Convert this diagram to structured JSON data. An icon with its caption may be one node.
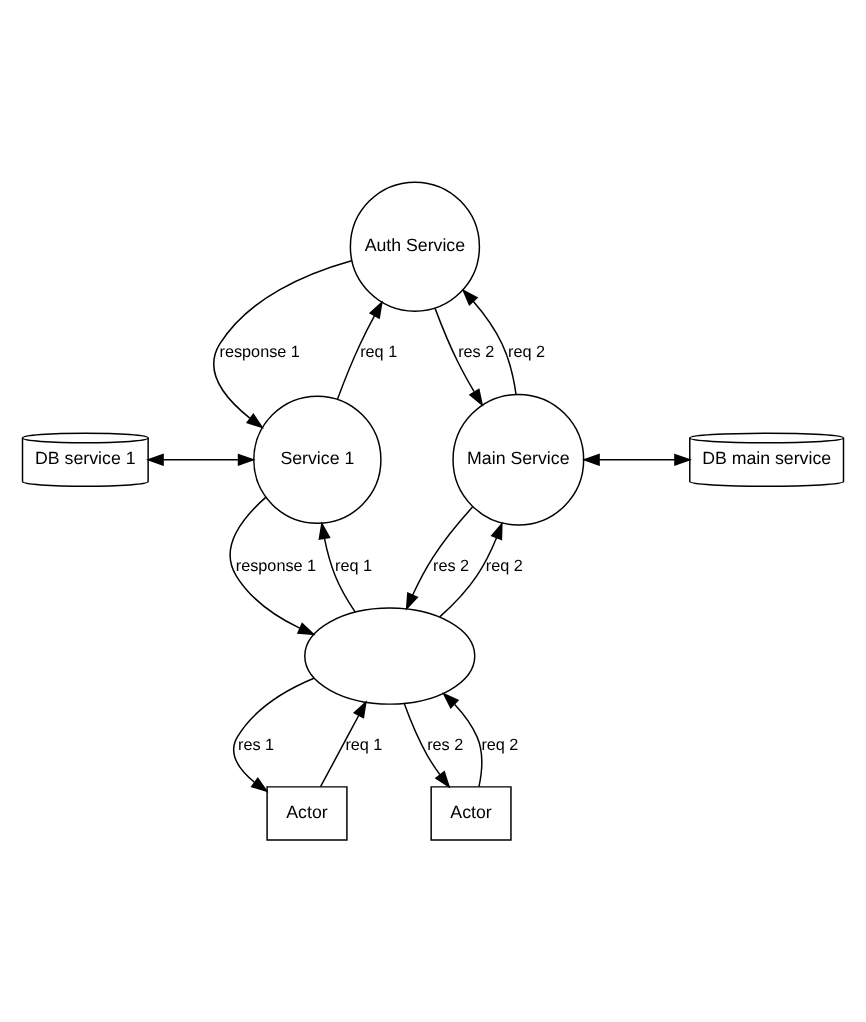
{
  "diagram": {
    "nodes": [
      {
        "text": [
          "Auth Service"
        ]
      },
      {
        "text": [
          "Service 1"
        ]
      },
      {
        "text": [
          "Main Service"
        ]
      },
      {
        "text": [
          "DB service 1"
        ]
      },
      {
        "text": [
          "DB main service"
        ]
      },
      {
        "text": [],
        "shape": "ellipse"
      },
      {
        "text": [
          "Actor"
        ]
      },
      {
        "text": [
          "Actor"
        ]
      }
    ],
    "edges": [
      {
        "from": 0,
        "to": 1,
        "arrow": "to",
        "label": "response 1"
      },
      {
        "from": 1,
        "to": 0,
        "arrow": "to",
        "label": "req 1"
      },
      {
        "from": 0,
        "to": 2,
        "arrow": "to",
        "label": "res 2"
      },
      {
        "from": 2,
        "to": 0,
        "arrow": "to",
        "label": "req 2"
      },
      {
        "from": 3,
        "to": 1,
        "arrow": "both"
      },
      {
        "from": 2,
        "to": 4,
        "arrow": "both"
      },
      {
        "from": 5,
        "to": 1,
        "arrow": "to",
        "label": "req 1"
      },
      {
        "from": 1,
        "to": 5,
        "arrow": "to",
        "label": "response 1"
      },
      {
        "from": 2,
        "to": 5,
        "arrow": "to",
        "label": "res 2"
      },
      {
        "from": 5,
        "to": 2,
        "arrow": "to",
        "label": "req 2"
      },
      {
        "from": 5,
        "to": 6,
        "arrow": "to",
        "label": "res 1"
      },
      {
        "from": 6,
        "to": 5,
        "arrow": "to",
        "label": "req 1"
      },
      {
        "from": 7,
        "to": 5,
        "arrow": "to",
        "label": "req 2"
      },
      {
        "from": 5,
        "to": 7,
        "arrow": "to",
        "label": "res 2"
      }
    ]
  }
}
